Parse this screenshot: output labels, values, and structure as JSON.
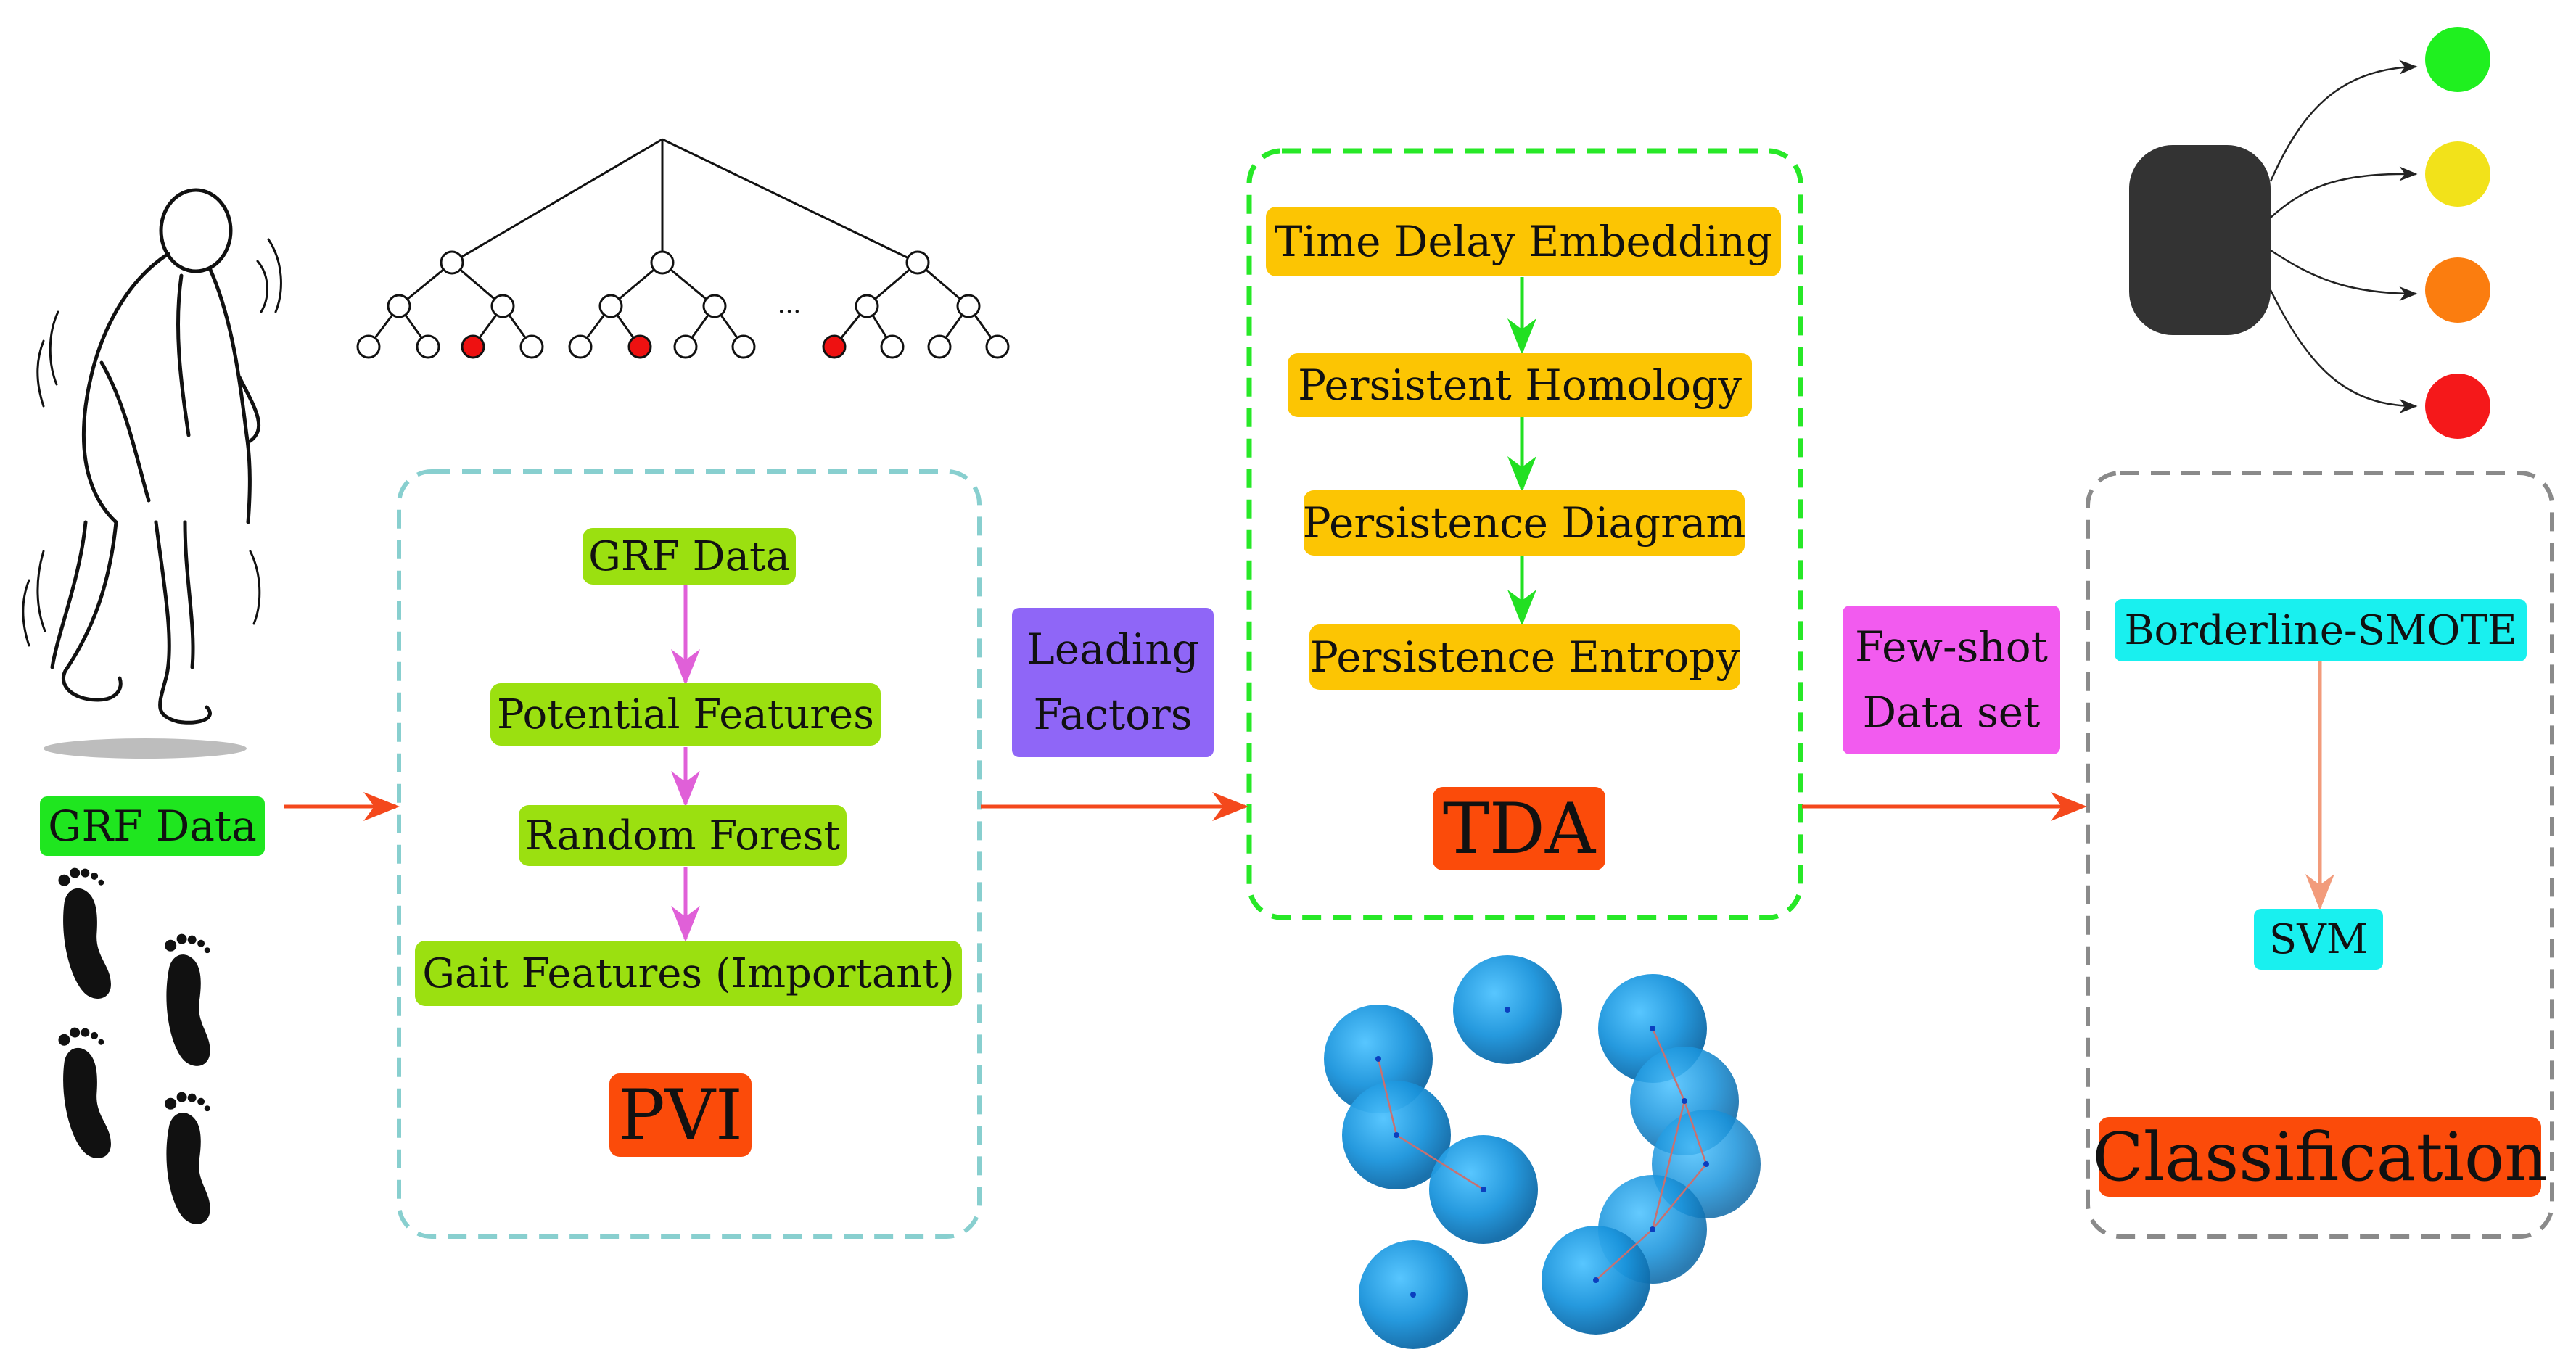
{
  "input": {
    "grf_label": "GRF Data"
  },
  "pvi": {
    "title": "PVI",
    "steps": [
      "GRF Data",
      "Potential Features",
      "Random Forest",
      "Gait Features (Important)"
    ],
    "tree_ellipsis": "..."
  },
  "leading": {
    "line1": "Leading",
    "line2": "Factors"
  },
  "tda": {
    "title": "TDA",
    "steps": [
      "Time Delay Embedding",
      "Persistent Homology",
      "Persistence Diagram",
      "Persistence Entropy"
    ]
  },
  "fewshot": {
    "line1": "Few-shot",
    "line2": "Data set"
  },
  "classification": {
    "title": "Classification",
    "steps": [
      "Borderline-SMOTE",
      "SVM"
    ],
    "outputs": [
      "#1ff01f",
      "#f2e21a",
      "#fb7d0f",
      "#f5181a"
    ]
  },
  "colors": {
    "arrow_main": "#f4481c",
    "arrow_pvi": "#e060d8",
    "arrow_tda": "#22e022",
    "arrow_cls": "#f29b7b",
    "pvi_border": "#88cfcf",
    "tda_border": "#27e827",
    "cls_border": "#8a8a8a",
    "tree_highlight": "#ee1111",
    "sphere": "#1aa0e6"
  }
}
